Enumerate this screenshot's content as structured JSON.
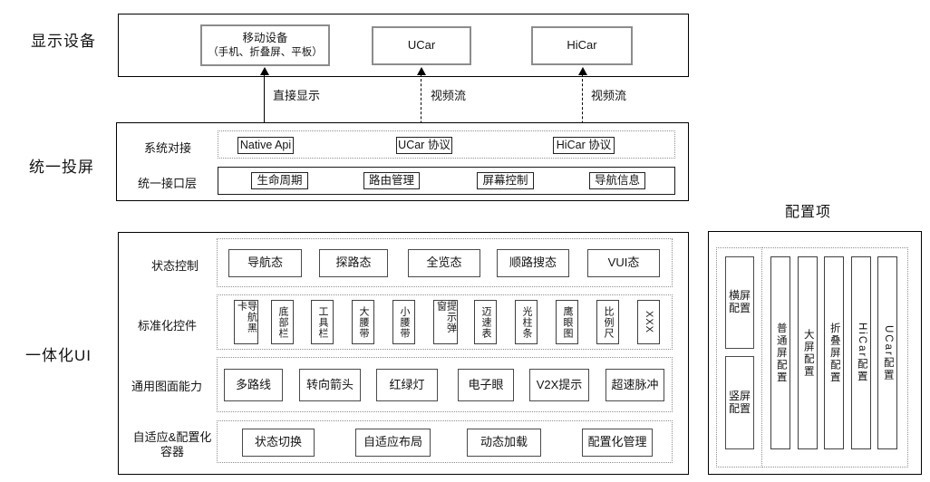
{
  "colors": {
    "background": "#ffffff",
    "line": "#000000",
    "item_border": "#4a4a4a",
    "device_border": "#8c8c8c",
    "dotted_border": "#8f8f8f"
  },
  "side_labels": {
    "display": "显示设备",
    "casting": "统一投屏",
    "ui": "一体化UI"
  },
  "display": {
    "mobile_line1": "移动设备",
    "mobile_line2": "（手机、折叠屏、平板）",
    "ucar": "UCar",
    "hicar": "HiCar"
  },
  "connections": {
    "direct": "直接显示",
    "video1": "视频流",
    "video2": "视频流"
  },
  "casting": {
    "row1_label": "系统对接",
    "row1_items": [
      "Native Api",
      "UCar 协议",
      "HiCar 协议"
    ],
    "row2_label": "统一接口层",
    "row2_items": [
      "生命周期",
      "路由管理",
      "屏幕控制",
      "导航信息"
    ]
  },
  "ui": {
    "row1_label": "状态控制",
    "row1_items": [
      "导航态",
      "探路态",
      "全览态",
      "顺路搜态",
      "VUI态"
    ],
    "row2_label": "标准化控件",
    "row2_items": [
      "导航黑卡",
      "底部栏",
      "工具栏",
      "大腰带",
      "小腰带",
      "提示弹窗",
      "迈速表",
      "光柱条",
      "鹰眼图",
      "比例尺",
      "XXX"
    ],
    "row3_label": "通用图面能力",
    "row3_items": [
      "多路线",
      "转向箭头",
      "红绿灯",
      "电子眼",
      "V2X提示",
      "超速脉冲"
    ],
    "row4_label": "自适应&配置化容器",
    "row4_items": [
      "状态切换",
      "自适应布局",
      "动态加载",
      "配置化管理"
    ]
  },
  "config": {
    "title": "配置项",
    "orientation_items": [
      "横屏配置",
      "竖屏配置"
    ],
    "profile_items": [
      "普通屏配置",
      "大屏配置",
      "折叠屏配置",
      "HiCar配置",
      "UCar配置"
    ]
  }
}
